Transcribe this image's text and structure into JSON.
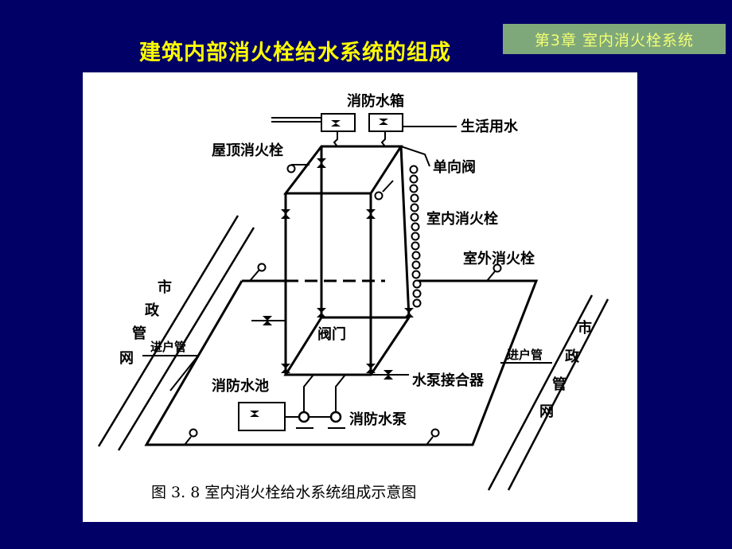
{
  "slide": {
    "title": "建筑内部消火栓给水系统的组成",
    "chapter_tag": "第3章  室内消火栓系统"
  },
  "diagram": {
    "labels": {
      "water_tank": "消防水箱",
      "domestic_water": "生活用水",
      "roof_hydrant": "屋顶消火栓",
      "check_valve": "单向阀",
      "indoor_hydrant": "室内消火栓",
      "outdoor_hydrant": "室外消火栓",
      "municipal_left": [
        "市",
        "政",
        "管",
        "网"
      ],
      "municipal_right": [
        "市",
        "政",
        "管",
        "网"
      ],
      "inlet_pipe_left": "进户管",
      "inlet_pipe_right": "进户管",
      "valve": "阀门",
      "fire_pool": "消防水池",
      "pump_connector": "水泵接合器",
      "fire_pump": "消防水泵"
    },
    "caption": "图 3. 8    室内消火栓给水系统组成示意图"
  },
  "colors": {
    "background": "#000066",
    "title": "#ffff00",
    "tag_bg": "#7fa87a",
    "tag_text": "#f2ff74"
  }
}
